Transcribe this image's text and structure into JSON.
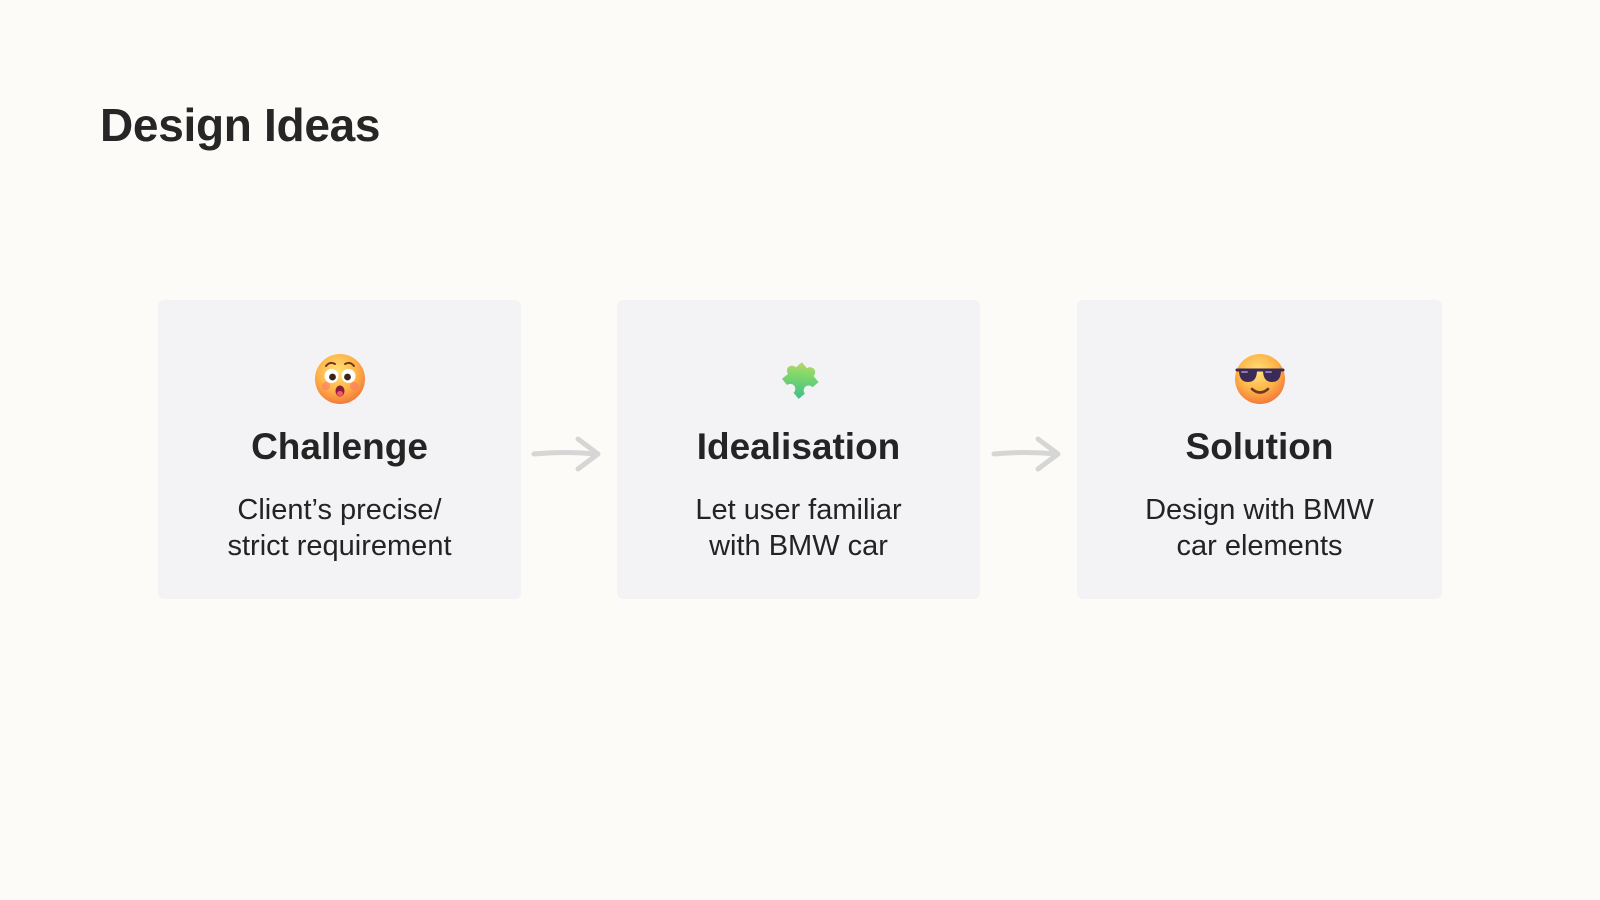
{
  "title": "Design Ideas",
  "colors": {
    "background": "#fcfbf8",
    "card_background": "#f3f3f5",
    "arrow": "#d6d6d6",
    "text": "#242424"
  },
  "steps": [
    {
      "icon": "astonished-face-icon",
      "title": "Challenge",
      "lines": [
        "Client’s precise/",
        "strict requirement"
      ]
    },
    {
      "icon": "puzzle-piece-icon",
      "title": "Idealisation",
      "lines": [
        "Let user familiar",
        "with BMW car"
      ]
    },
    {
      "icon": "sunglasses-face-icon",
      "title": "Solution",
      "lines": [
        "Design with BMW",
        "car elements"
      ]
    }
  ],
  "connectors": [
    "arrow-right-icon",
    "arrow-right-icon"
  ]
}
